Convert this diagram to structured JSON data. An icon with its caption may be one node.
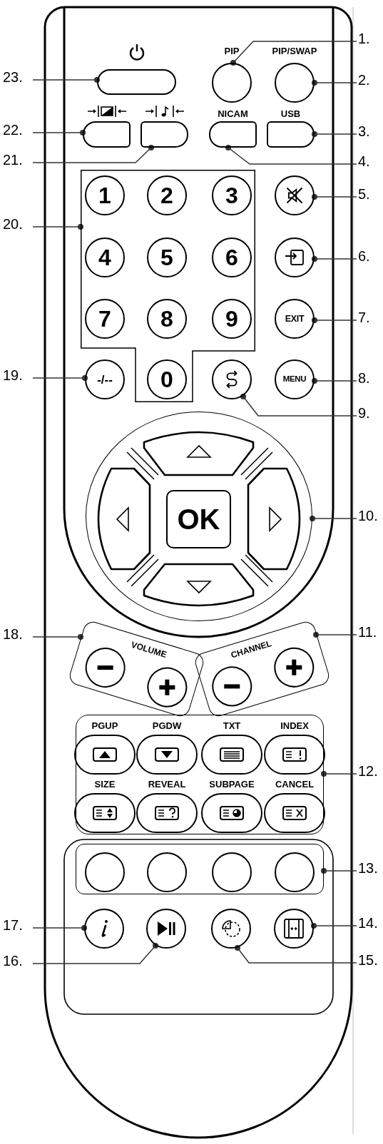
{
  "diagram": {
    "nodes": [
      {
        "text": [
          "1."
        ]
      },
      {
        "text": [
          "2."
        ]
      },
      {
        "text": [
          "3."
        ]
      },
      {
        "text": [
          "4."
        ]
      },
      {
        "text": [
          "5."
        ]
      },
      {
        "text": [
          "6."
        ]
      },
      {
        "text": [
          "7."
        ]
      },
      {
        "text": [
          "8."
        ]
      },
      {
        "text": [
          "9."
        ]
      },
      {
        "text": [
          "10."
        ]
      },
      {
        "text": [
          "11."
        ]
      },
      {
        "text": [
          "12."
        ]
      },
      {
        "text": [
          "13."
        ]
      },
      {
        "text": [
          "14."
        ]
      },
      {
        "text": [
          "15."
        ]
      },
      {
        "text": [
          "16."
        ]
      },
      {
        "text": [
          "17."
        ]
      },
      {
        "text": [
          "18."
        ]
      },
      {
        "text": [
          "19."
        ]
      },
      {
        "text": [
          "20."
        ]
      },
      {
        "text": [
          "21."
        ]
      },
      {
        "text": [
          "22."
        ]
      },
      {
        "text": [
          "23."
        ]
      },
      {
        "text": [
          "PIP"
        ]
      },
      {
        "text": [
          "PIP/SWAP"
        ]
      },
      {
        "text": [
          "USB"
        ]
      },
      {
        "text": [
          "NICAM"
        ]
      },
      {
        "text": [],
        "shape": "circle"
      },
      {
        "text": [],
        "shape": "circle"
      },
      {
        "text": [
          "EXIT"
        ]
      },
      {
        "text": [
          "MENU"
        ]
      },
      {
        "text": [],
        "shape": "circle"
      },
      {
        "text": [],
        "shape": "circle"
      },
      {
        "text": [],
        "shape": "box",
        "in": 32
      },
      {
        "text": [],
        "shape": "box",
        "in": 32
      },
      {
        "text": [
          "OK"
        ],
        "in": 32
      },
      {
        "text": [],
        "shape": "box",
        "in": 32
      },
      {
        "text": [],
        "shape": "box",
        "in": 32
      },
      {
        "text": [
          "CHANNEL"
        ]
      },
      {
        "text": [],
        "shape": "circle",
        "in": 38
      },
      {
        "text": [],
        "shape": "circle",
        "in": 38
      },
      {
        "text": [],
        "shape": "box"
      },
      {
        "text": [
          "PGUP"
        ],
        "in": 41
      },
      {
        "text": [
          "PGDW"
        ],
        "in": 41
      },
      {
        "text": [
          "TXT"
        ],
        "in": 41
      },
      {
        "text": [
          "INDEX"
        ],
        "in": 41
      },
      {
        "text": [
          "SIZE"
        ],
        "in": 41
      },
      {
        "text": [
          "REVEAL"
        ],
        "in": 41
      },
      {
        "text": [
          "SUBPAGE"
        ],
        "in": 41
      },
      {
        "text": [
          "CANCEL"
        ],
        "in": 41
      },
      {
        "text": [],
        "shape": "box"
      },
      {
        "text": [],
        "shape": "circle",
        "in": 50
      },
      {
        "text": [],
        "shape": "circle",
        "in": 50
      },
      {
        "text": [],
        "shape": "circle",
        "in": 50
      },
      {
        "text": [],
        "shape": "circle",
        "in": 50
      },
      {
        "text": [],
        "shape": "circle"
      },
      {
        "text": [],
        "shape": "circle"
      },
      {
        "text": [],
        "shape": "circle"
      },
      {
        "text": [],
        "shape": "circle"
      },
      {
        "text": [
          "VOLUME"
        ]
      },
      {
        "text": [],
        "shape": "circle",
        "in": 59
      },
      {
        "text": [],
        "shape": "circle",
        "in": 59
      },
      {
        "text": [
          "-/--"
        ]
      },
      {
        "text": [],
        "shape": "box"
      },
      {
        "text": [
          "1"
        ],
        "in": 63
      },
      {
        "text": [
          "2"
        ],
        "in": 63
      },
      {
        "text": [
          "3"
        ],
        "in": 63
      },
      {
        "text": [
          "4"
        ],
        "in": 63
      },
      {
        "text": [
          "5"
        ],
        "in": 63
      },
      {
        "text": [
          "6"
        ],
        "in": 63
      },
      {
        "text": [
          "7"
        ],
        "in": 63
      },
      {
        "text": [
          "8"
        ],
        "in": 63
      },
      {
        "text": [
          "9"
        ],
        "in": 63
      },
      {
        "text": [
          "0"
        ],
        "in": 63
      },
      {
        "text": [],
        "shape": "box"
      },
      {
        "text": [],
        "shape": "box"
      },
      {
        "text": [],
        "shape": "box"
      }
    ],
    "edges": [
      {
        "from": 0,
        "to": 23,
        "arrow": "other"
      },
      {
        "from": 1,
        "to": 24,
        "arrow": "other"
      },
      {
        "from": 2,
        "to": 25,
        "arrow": "other"
      },
      {
        "from": 3,
        "to": 26,
        "arrow": "other"
      },
      {
        "from": 4,
        "to": 27,
        "arrow": "other"
      },
      {
        "from": 5,
        "to": 28,
        "arrow": "other"
      },
      {
        "from": 6,
        "to": 29,
        "arrow": "other"
      },
      {
        "from": 7,
        "to": 30,
        "arrow": "other"
      },
      {
        "from": 8,
        "to": 31,
        "arrow": "other"
      },
      {
        "from": 9,
        "to": 32,
        "arrow": "other"
      },
      {
        "from": 10,
        "to": 38,
        "arrow": "other"
      },
      {
        "from": 11,
        "to": 41,
        "arrow": "other"
      },
      {
        "from": 12,
        "to": 50,
        "arrow": "other"
      },
      {
        "from": 13,
        "to": 55,
        "arrow": "other"
      },
      {
        "from": 14,
        "to": 56,
        "arrow": "other"
      },
      {
        "from": 15,
        "to": 57,
        "arrow": "other"
      },
      {
        "from": 16,
        "to": 58,
        "arrow": "other"
      },
      {
        "from": 17,
        "to": 59,
        "arrow": "other"
      },
      {
        "from": 18,
        "to": 62,
        "arrow": "other"
      },
      {
        "from": 19,
        "to": 63,
        "arrow": "other"
      },
      {
        "from": 20,
        "to": 74,
        "arrow": "other"
      },
      {
        "from": 21,
        "to": 75,
        "arrow": "other"
      },
      {
        "from": 22,
        "to": 76,
        "arrow": "other"
      }
    ]
  }
}
